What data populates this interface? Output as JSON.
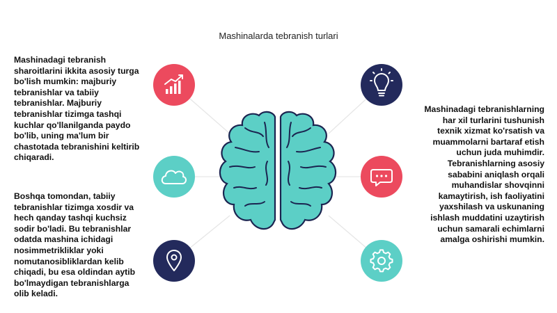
{
  "title": "Mashinalarda tebranish turlari",
  "left_top_text": "Mashinadagi tebranish\nsharoitlarini ikkita asosiy turga\nbo'lish mumkin: majburiy\ntebranishlar va tabiiy\ntebranishlar. Majburiy\ntebranishlar tizimga tashqi\nkuchlar qo'llanilganda paydo\nbo'lib, uning ma'lum bir\nchastotada tebranishini keltirib\nchiqaradi.",
  "left_bottom_text": "Boshqa tomondan, tabiiy\ntebranishlar tizimga xosdir va\nhech qanday tashqi kuchsiz\nsodir bo'ladi. Bu tebranishlar\nodatda mashina ichidagi\nnosimmetrikliklar yoki\nnomutanosibliklardan kelib\nchiqadi, bu esa oldindan aytib\nbo'lmaydigan tebranishlarga\nolib keladi.",
  "right_text": "Mashinadagi tebranishlarning\nhar xil turlarini tushunish\ntexnik xizmat ko'rsatish va\nmuammolarni bartaraf etish\nuchun juda muhimdir.\nTebranishlarning asosiy\nsababini aniqlash orqali\nmuhandislar shovqinni\nkamaytirish, ish faoliyatini\nyaxshilash va uskunaning\nishlash muddatini uzaytirish\nuchun samarali echimlarni\namalga oshirishi mumkin.",
  "colors": {
    "red": "#ec4a5e",
    "navy": "#232a5c",
    "teal": "#5ccfc6",
    "brain": "#5ccfc6",
    "brain_outline": "#1b2450"
  },
  "nodes": [
    {
      "icon": "growth-chart-icon",
      "color": "red"
    },
    {
      "icon": "cloud-icon",
      "color": "teal"
    },
    {
      "icon": "location-pin-icon",
      "color": "navy"
    },
    {
      "icon": "lightbulb-icon",
      "color": "navy"
    },
    {
      "icon": "chat-bubble-icon",
      "color": "red"
    },
    {
      "icon": "gear-icon",
      "color": "teal"
    }
  ]
}
